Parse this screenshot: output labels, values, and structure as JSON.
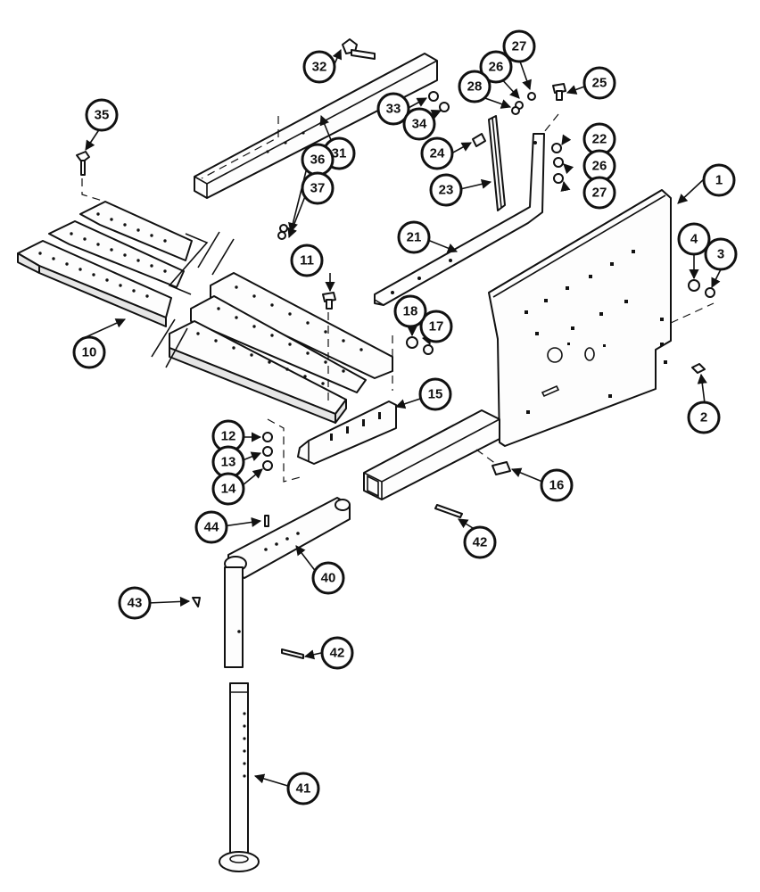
{
  "callouts": {
    "c1": "1",
    "c2": "2",
    "c3": "3",
    "c4": "4",
    "c10": "10",
    "c11": "11",
    "c12": "12",
    "c13": "13",
    "c14": "14",
    "c15": "15",
    "c16": "16",
    "c17": "17",
    "c18": "18",
    "c21": "21",
    "c22": "22",
    "c23": "23",
    "c24": "24",
    "c25": "25",
    "c26a": "26",
    "c26b": "26",
    "c27a": "27",
    "c27b": "27",
    "c28": "28",
    "c31": "31",
    "c32": "32",
    "c33": "33",
    "c34": "34",
    "c35": "35",
    "c36": "36",
    "c37": "37",
    "c40": "40",
    "c41": "41",
    "c42a": "42",
    "c42b": "42",
    "c43": "43",
    "c44": "44"
  }
}
